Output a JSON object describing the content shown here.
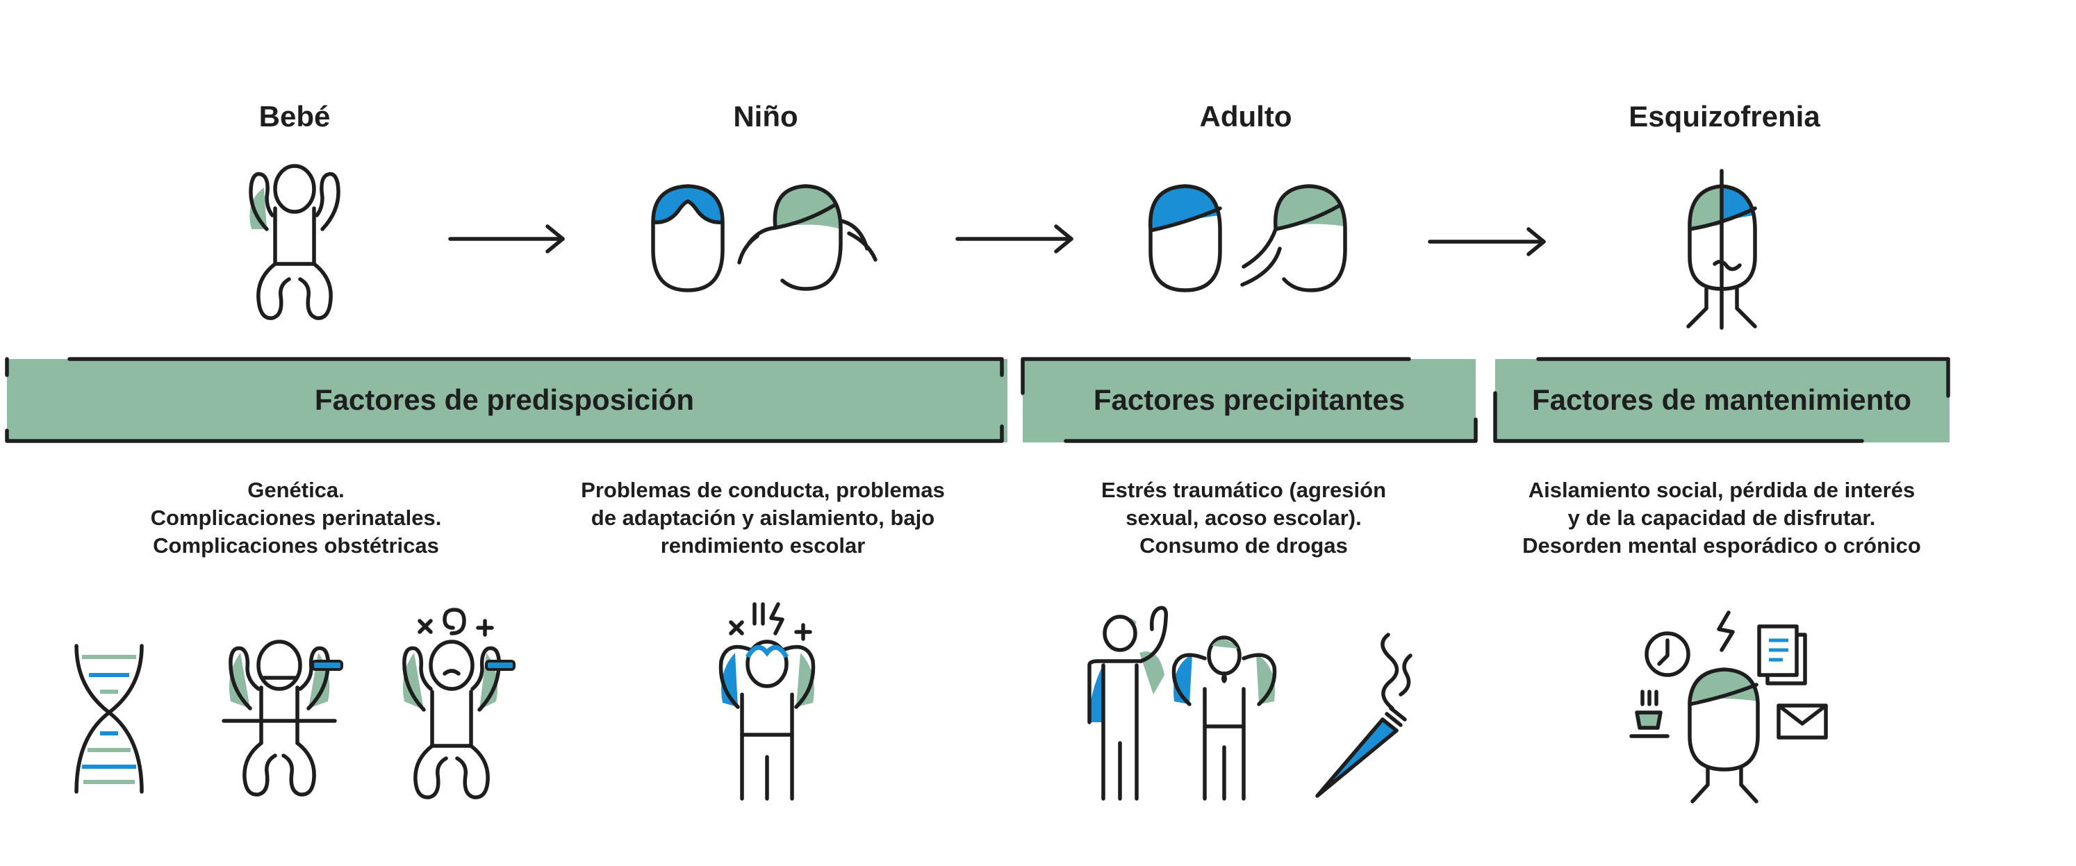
{
  "colors": {
    "green": "#8fbba3",
    "blue": "#1b8fd6",
    "ink": "#1e1e1e",
    "background": "#ffffff"
  },
  "stages": [
    {
      "label": "Bebé",
      "icon": "baby-icon"
    },
    {
      "label": "Niño",
      "icon": "child-heads-icon"
    },
    {
      "label": "Adulto",
      "icon": "adult-heads-icon"
    },
    {
      "label": "Esquizofrenia",
      "icon": "split-head-icon"
    }
  ],
  "factors": [
    {
      "label": "Factores de predisposición",
      "descriptions": [
        {
          "lines": [
            "Genética.",
            "Complicaciones perinatales.",
            "Complicaciones obstétricas"
          ]
        },
        {
          "lines": [
            "Problemas de conducta, problemas",
            "de adaptación y aislamiento, bajo",
            "rendimiento escolar"
          ]
        }
      ]
    },
    {
      "label": "Factores precipitantes",
      "descriptions": [
        {
          "lines": [
            "Estrés traumático (agresión",
            "sexual, acoso escolar).",
            "Consumo de drogas"
          ]
        }
      ]
    },
    {
      "label": "Factores de mantenimiento",
      "descriptions": [
        {
          "lines": [
            "Aislamiento social, pérdida de interés",
            "y de la capacidad de disfrutar.",
            "Desorden mental esporádico o crónico"
          ]
        }
      ]
    }
  ],
  "illustrations": [
    "dna-icon",
    "baby-with-syringe-icon",
    "crying-baby-icon",
    "stressed-child-icon",
    "aggression-figures-icon",
    "drug-smoking-icon",
    "isolated-person-icon"
  ]
}
